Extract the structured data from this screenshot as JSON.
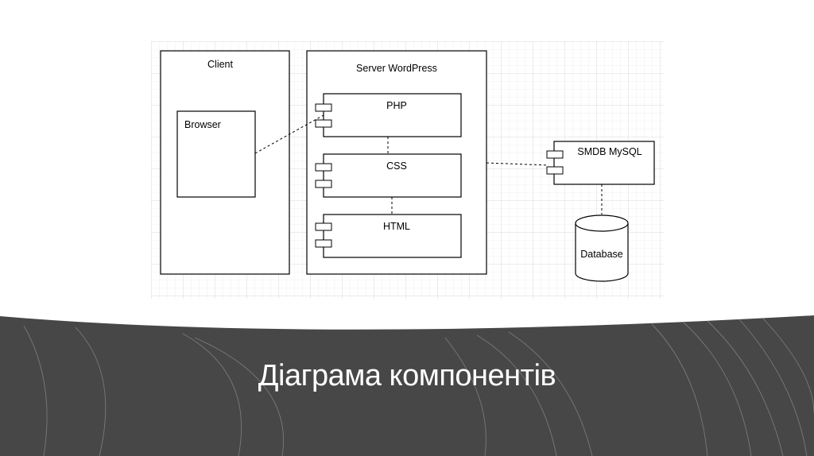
{
  "diagram": {
    "nodes": {
      "client": "Client",
      "browser": "Browser",
      "server": "Server WordPress",
      "php": "PHP",
      "css": "CSS",
      "html": "HTML",
      "smdb": "SMDB MySQL",
      "database": "Database"
    },
    "edges": [
      {
        "from": "browser",
        "to": "php",
        "style": "dashed"
      },
      {
        "from": "php",
        "to": "css",
        "style": "dashed"
      },
      {
        "from": "css",
        "to": "html",
        "style": "dashed"
      },
      {
        "from": "server",
        "to": "smdb",
        "style": "dashed"
      },
      {
        "from": "smdb",
        "to": "database",
        "style": "dashed"
      }
    ]
  },
  "slide": {
    "title": "Діаграма компонентів",
    "band_color": "#474747"
  }
}
